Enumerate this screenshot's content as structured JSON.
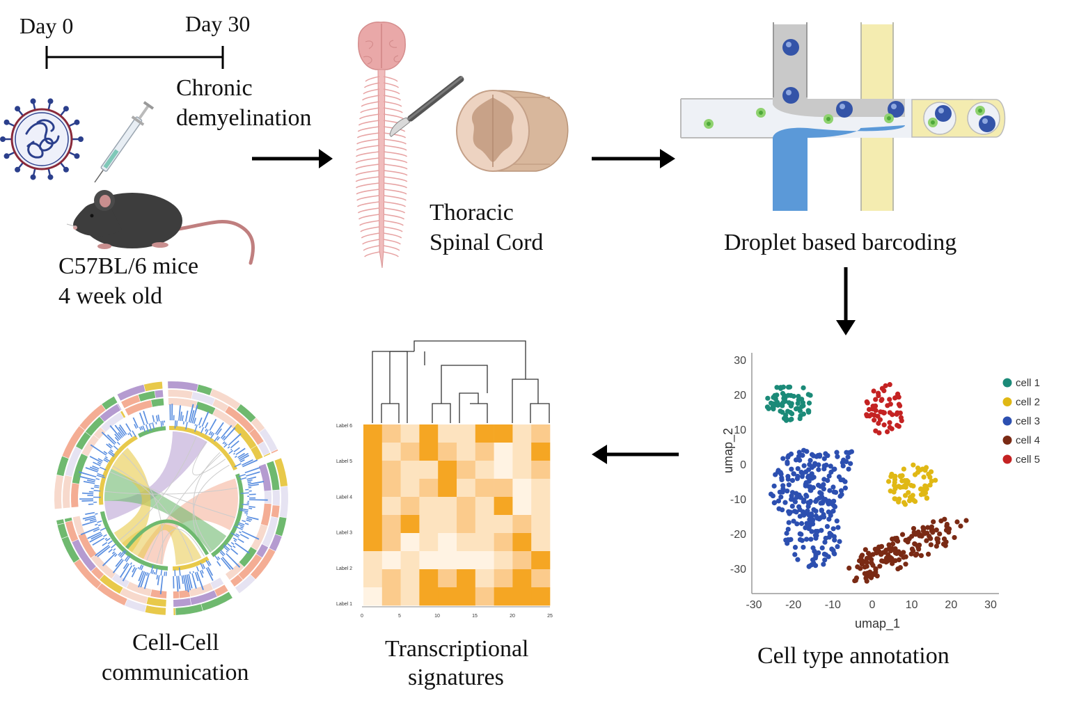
{
  "timeline": {
    "day0": "Day 0",
    "day30": "Day 30"
  },
  "steps": {
    "demyelination": [
      "Chronic",
      "demyelination"
    ],
    "mice": [
      "C57BL/6 mice",
      "4 week old"
    ],
    "spinal": [
      "Thoracic",
      "Spinal Cord"
    ],
    "barcoding": "Droplet based barcoding",
    "annotation": "Cell type annotation",
    "signatures": [
      "Transcriptional",
      "signatures"
    ],
    "communication": [
      "Cell-Cell",
      "communication"
    ]
  },
  "umap": {
    "xlabel": "umap_1",
    "ylabel": "umap_2",
    "xticks": [
      "-30",
      "-20",
      "-10",
      "0",
      "10",
      "20",
      "30"
    ],
    "yticks": [
      "30",
      "20",
      "10",
      "0",
      "-10",
      "-20",
      "-30"
    ],
    "legend": [
      {
        "name": "cell 1",
        "color": "#1b8a78"
      },
      {
        "name": "cell 2",
        "color": "#e0b814"
      },
      {
        "name": "cell 3",
        "color": "#2c4fb0"
      },
      {
        "name": "cell 4",
        "color": "#7a2a14"
      },
      {
        "name": "cell 5",
        "color": "#c42222"
      }
    ]
  },
  "heatmap": {
    "row_labels": [
      "Label 6",
      "Label 5",
      "Label 4",
      "Label 3",
      "Label 2",
      "Label 1"
    ],
    "xticks": [
      "0",
      "5",
      "10",
      "15",
      "20",
      "25"
    ]
  },
  "colors": {
    "orange": "#f5a623",
    "virus": "#2b3f8c",
    "mouse": "#3d3d3d",
    "chord_green": "#6fb96f",
    "chord_purple": "#b59bd0",
    "chord_salmon": "#f4ad94",
    "chord_yellow": "#e8c94a",
    "bars_blue": "#5b8fe0"
  }
}
